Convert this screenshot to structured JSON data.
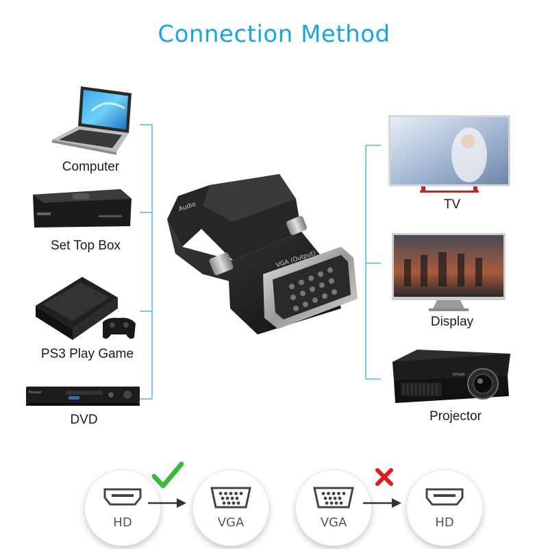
{
  "title": "Connection Method",
  "inputs": [
    {
      "label": "Computer"
    },
    {
      "label": "Set Top Box"
    },
    {
      "label": "PS3 Play Game"
    },
    {
      "label": "DVD"
    }
  ],
  "outputs": [
    {
      "label": "TV"
    },
    {
      "label": "Display"
    },
    {
      "label": "Projector"
    }
  ],
  "adapter": {
    "audio_text": "Audio",
    "output_text": "VGA (Output)",
    "dvd_brand": "Pioneer",
    "projector_brand": "EPSON"
  },
  "bottom": {
    "supported": {
      "from": "HD",
      "to": "VGA",
      "mark": "check-icon"
    },
    "unsupported": {
      "from": "VGA",
      "to": "HD",
      "mark": "cross-icon"
    }
  },
  "colors": {
    "accent": "#1aa3e8",
    "bracket": "#4fb8ec",
    "check": "#3cb93c",
    "cross": "#d91e1e"
  }
}
